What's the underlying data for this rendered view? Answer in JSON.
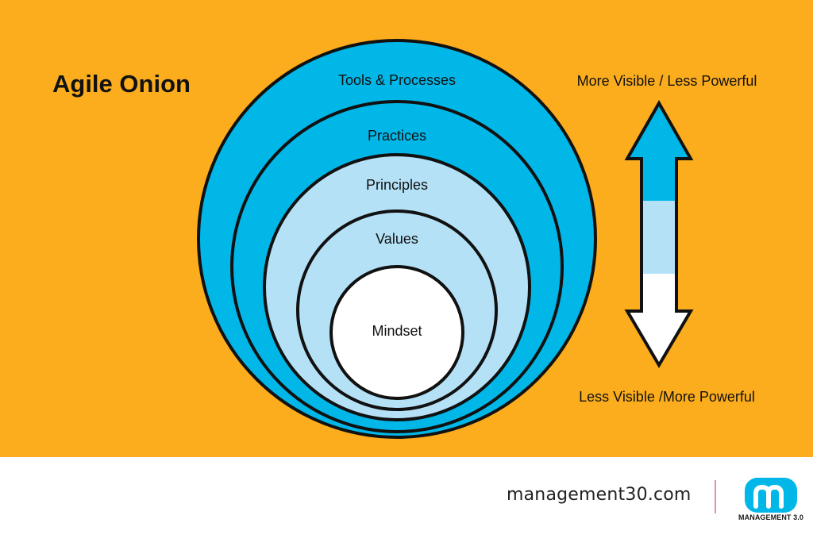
{
  "title": "Agile Onion",
  "rings": [
    {
      "label": "Tools & Processes",
      "fill": "#00B7E8"
    },
    {
      "label": "Practices",
      "fill": "#00B7E8"
    },
    {
      "label": "Principles",
      "fill": "#B5E1F7"
    },
    {
      "label": "Values",
      "fill": "#B5E1F7"
    },
    {
      "label": "Mindset",
      "fill": "#FFFFFF"
    }
  ],
  "arrow": {
    "top_label": "More Visible / Less Powerful",
    "bottom_label": "Less Visible /More Powerful",
    "colors": [
      "#00B7E8",
      "#B5E1F7",
      "#FFFFFF"
    ]
  },
  "colors": {
    "background": "#FCAD1D",
    "outline": "#111111",
    "footer_divider": "#E88DB2",
    "logo": "#00B7E8"
  },
  "footer": {
    "url": "management30.com",
    "brand": "MANAGEMENT 3.0",
    "logo_icon": "management30-logo-icon"
  }
}
